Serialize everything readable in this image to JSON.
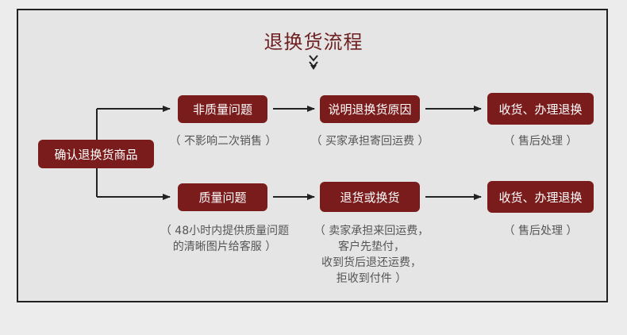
{
  "title": "退换货流程",
  "start": {
    "label": "确认退换货商品"
  },
  "rows": [
    {
      "condition": "非质量问题",
      "condition_note": "（ 不影响二次销售 ）",
      "action": "说明退换货原因",
      "action_note": [
        "（ 买家承担寄回运费 ）"
      ],
      "result": "收货、办理退换",
      "result_note": "（ 售后处理 ）"
    },
    {
      "condition": "质量问题",
      "condition_note_lines": [
        "（ 48小时内提供质量问题",
        "的清晰图片给客服 ）"
      ],
      "action": "退货或换货",
      "action_note": [
        "（ 卖家承担来回运费，",
        "客户先垫付，",
        "收到货后退还运费，",
        "拒收到付件 ）"
      ],
      "result": "收货、办理退换",
      "result_note": "（ 售后处理 ）"
    }
  ],
  "colors": {
    "box": "#7b1c1c",
    "title": "#6e1f1f",
    "line": "#222222"
  }
}
